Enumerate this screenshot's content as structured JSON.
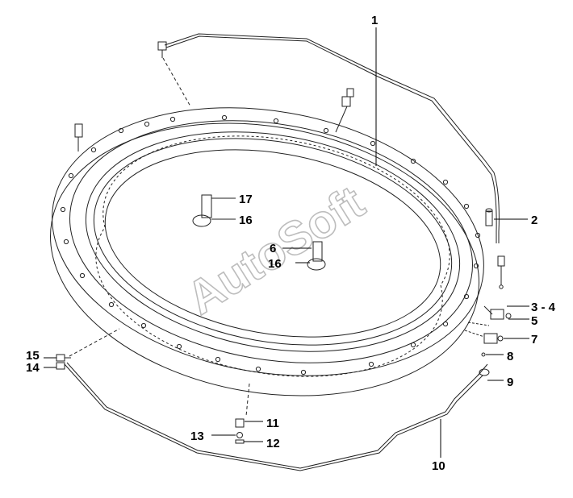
{
  "callouts": {
    "c1": "1",
    "c2": "2",
    "c3_4": "3 - 4",
    "c5": "5",
    "c6": "6",
    "c7": "7",
    "c8": "8",
    "c9": "9",
    "c10": "10",
    "c11": "11",
    "c12": "12",
    "c13": "13",
    "c14": "14",
    "c15": "15",
    "c16a": "16",
    "c16b": "16",
    "c17": "17"
  },
  "watermark": "AutoSoft",
  "colors": {
    "line": "#222222",
    "watermark_outline": "#bdbdbd"
  }
}
